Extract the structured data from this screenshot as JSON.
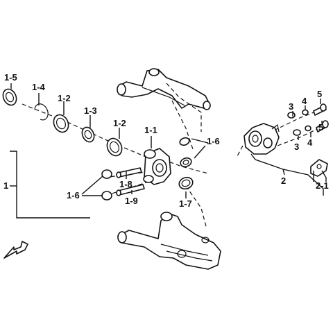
{
  "labels": {
    "c1_5": "1-5",
    "c1_4": "1-4",
    "c1_2a": "1-2",
    "c1_3": "1-3",
    "c1_2b": "1-2",
    "c1_1": "1-1",
    "c1_6a": "1-6",
    "c1_6b": "1-6",
    "c1_8": "1-8",
    "c1_9": "1-9",
    "c1_7": "1-7",
    "c1": "1",
    "c3a": "3",
    "c4a": "4",
    "c5a": "5",
    "c3b": "3",
    "c4b": "4",
    "c5b": "5",
    "c2": "2",
    "c2_1": "2-1"
  },
  "icons": {
    "front_arrow": "front-direction-arrow-icon"
  }
}
